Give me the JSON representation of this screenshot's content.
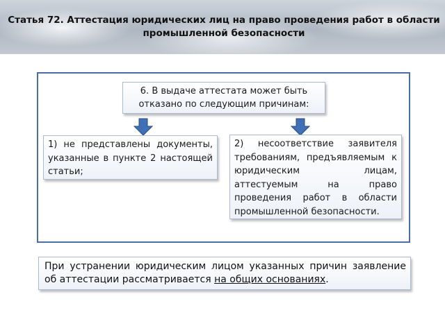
{
  "header": {
    "title": "Статья 72. Аттестация юридических лиц на право проведения работ в области промышленной безопасности"
  },
  "diagram": {
    "main_box": "6. В выдаче аттестата может быть отказано по следующим причинам:",
    "reason_1": "1) не представлены документы, указанные в пункте 2 настоящей статьи;",
    "reason_2": "2) несоответствие заявителя требованиям, предъявляемым к юридическим лицам, аттестуемым на право проведения работ в области промышленной безопасности."
  },
  "footer_note": {
    "text_before": "При устранении юридическим лицом указанных причин заявление об аттестации рассматривается ",
    "underlined": "на общих основаниях",
    "text_after": "."
  },
  "colors": {
    "frame_border": "#4a6da8",
    "arrow_fill": "#3f6fb5",
    "box_border": "#a8bad4"
  },
  "icons": {
    "arrow": "arrow-down-icon"
  }
}
